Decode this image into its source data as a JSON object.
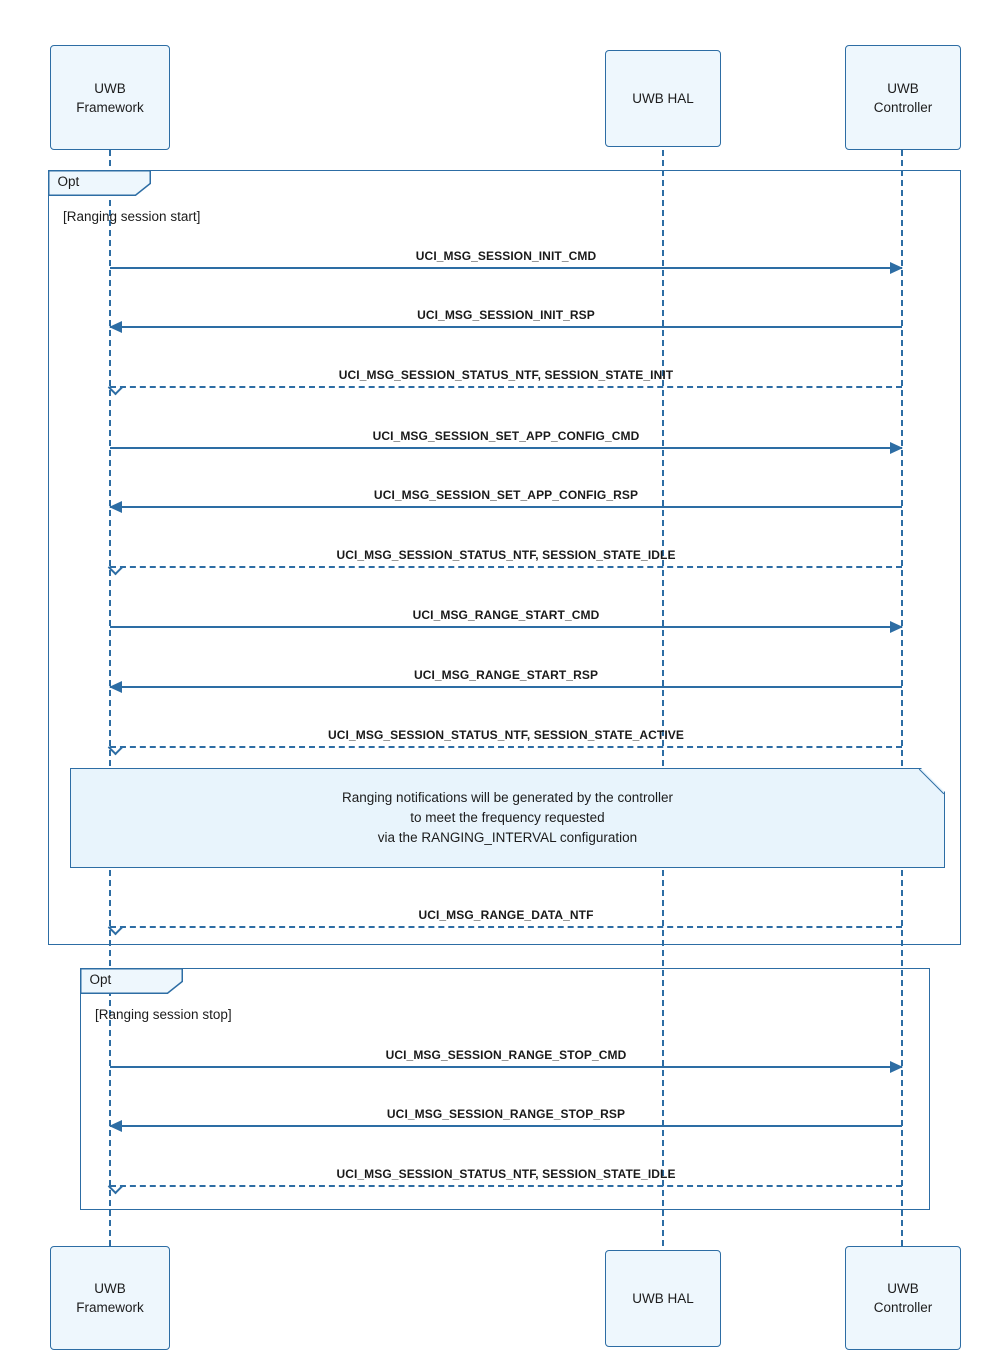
{
  "diagram": {
    "type": "uml-sequence-diagram",
    "colors": {
      "stroke": "#2d6da4",
      "actor_fill": "#eef7fd",
      "note_fill": "#e8f4fc"
    },
    "actors": [
      {
        "name": "UWB\nFramework"
      },
      {
        "name": "UWB HAL"
      },
      {
        "name": "UWB\nController"
      }
    ],
    "fragments": [
      {
        "operator": "Opt",
        "guard": "[Ranging session start]"
      },
      {
        "operator": "Opt",
        "guard": "[Ranging session stop]"
      }
    ],
    "messages": [
      {
        "label": "UCI_MSG_SESSION_INIT_CMD",
        "from": "UWB Framework",
        "to": "UWB Controller",
        "kind": "solid",
        "direction": "right"
      },
      {
        "label": "UCI_MSG_SESSION_INIT_RSP",
        "from": "UWB Controller",
        "to": "UWB Framework",
        "kind": "solid",
        "direction": "left"
      },
      {
        "label": "UCI_MSG_SESSION_STATUS_NTF, SESSION_STATE_INIT",
        "from": "UWB Controller",
        "to": "UWB Framework",
        "kind": "dashed",
        "direction": "left"
      },
      {
        "label": "UCI_MSG_SESSION_SET_APP_CONFIG_CMD",
        "from": "UWB Framework",
        "to": "UWB Controller",
        "kind": "solid",
        "direction": "right"
      },
      {
        "label": "UCI_MSG_SESSION_SET_APP_CONFIG_RSP",
        "from": "UWB Controller",
        "to": "UWB Framework",
        "kind": "solid",
        "direction": "left"
      },
      {
        "label": "UCI_MSG_SESSION_STATUS_NTF, SESSION_STATE_IDLE",
        "from": "UWB Controller",
        "to": "UWB Framework",
        "kind": "dashed",
        "direction": "left"
      },
      {
        "label": "UCI_MSG_RANGE_START_CMD",
        "from": "UWB Framework",
        "to": "UWB Controller",
        "kind": "solid",
        "direction": "right"
      },
      {
        "label": "UCI_MSG_RANGE_START_RSP",
        "from": "UWB Controller",
        "to": "UWB Framework",
        "kind": "solid",
        "direction": "left"
      },
      {
        "label": "UCI_MSG_SESSION_STATUS_NTF, SESSION_STATE_ACTIVE",
        "from": "UWB Controller",
        "to": "UWB Framework",
        "kind": "dashed",
        "direction": "left"
      },
      {
        "label": "UCI_MSG_RANGE_DATA_NTF",
        "from": "UWB Controller",
        "to": "UWB Framework",
        "kind": "dashed",
        "direction": "left"
      },
      {
        "label": "UCI_MSG_SESSION_RANGE_STOP_CMD",
        "from": "UWB Framework",
        "to": "UWB Controller",
        "kind": "solid",
        "direction": "right"
      },
      {
        "label": "UCI_MSG_SESSION_RANGE_STOP_RSP",
        "from": "UWB Controller",
        "to": "UWB Framework",
        "kind": "solid",
        "direction": "left"
      },
      {
        "label": "UCI_MSG_SESSION_STATUS_NTF, SESSION_STATE_IDLE",
        "from": "UWB Controller",
        "to": "UWB Framework",
        "kind": "dashed",
        "direction": "left"
      }
    ],
    "note": {
      "text": "Ranging notifications will be generated by the controller\nto meet the frequency requested\nvia the RANGING_INTERVAL configuration"
    }
  }
}
